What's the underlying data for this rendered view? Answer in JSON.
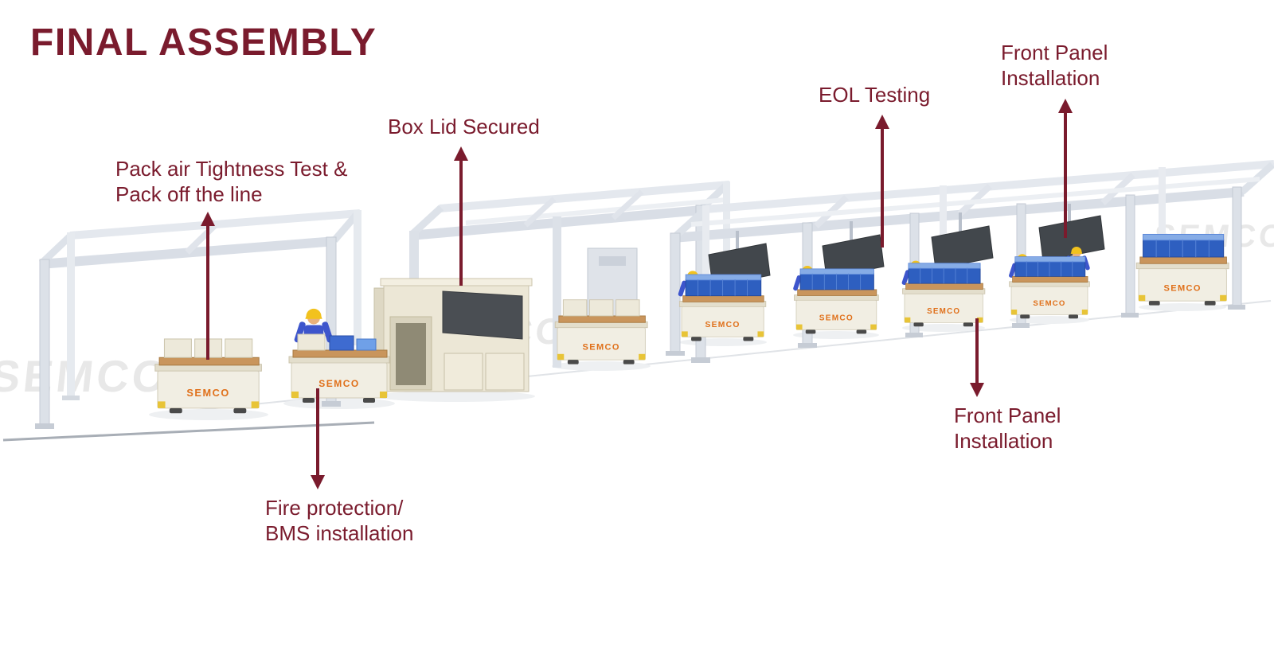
{
  "page": {
    "title": "FINAL ASSEMBLY"
  },
  "colors": {
    "accent_maroon": "#7A1B2D",
    "background": "#FFFFFF",
    "brand_orange": "#E0701A",
    "machine_cream": "#ECE7D6",
    "worker_blue": "#3D55CC",
    "module_blue": "#2E5FC0",
    "frame_gray": "#DCE1E8",
    "watermark_gray": "#E8E8E8"
  },
  "brand": {
    "logo": "SEMCO",
    "watermark": "SEMCO"
  },
  "annotations": {
    "pack_air": {
      "line1": "Pack air Tightness Test &",
      "line2": "Pack off the line"
    },
    "fire_protection": {
      "line1": "Fire protection/",
      "line2": "BMS installation"
    },
    "box_lid": {
      "line1": "Box Lid Secured"
    },
    "eol": {
      "line1": "EOL Testing"
    },
    "front_panel_top": {
      "line1": "Front Panel",
      "line2": "Installation"
    },
    "front_panel_mid": {
      "line1": "Front Panel",
      "line2": "Installation"
    }
  }
}
